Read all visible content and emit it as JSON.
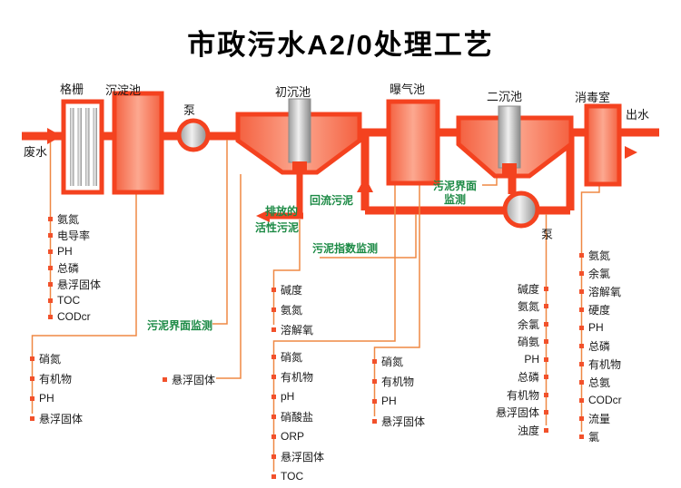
{
  "title": "市政污水A2/0处理工艺",
  "colors": {
    "pipe": "#f4421f",
    "tank_fill": "#fca890",
    "connector_line": "#ef8843",
    "bullet": "#f2512b",
    "annotation_green": "#1c8a45",
    "text": "#1a1a1a"
  },
  "flow": {
    "input": "废水",
    "output": "出水",
    "units": {
      "grille": "格栅",
      "sedimentation": "沉淀池",
      "pump1": "泵",
      "primary": "初沉池",
      "aeration": "曝气池",
      "secondary": "二沉池",
      "disinfection": "消毒室",
      "pump2": "泵"
    }
  },
  "annotations": {
    "return_sludge": "回流污泥",
    "discharge_line1": "排放的",
    "discharge_line2": "活性污泥",
    "sludge_index": "污泥指数监测",
    "sludge_interface_left": "污泥界面监测",
    "sludge_interface_right_line1": "污泥界面",
    "sludge_interface_right_line2": "监测"
  },
  "sensor_groups": [
    {
      "name": "inlet",
      "items": [
        "氨氮",
        "电导率",
        "PH",
        "总磷",
        "悬浮固体",
        "TOC",
        "CODcr"
      ]
    },
    {
      "name": "sedimentation",
      "items": [
        "硝氮",
        "有机物",
        "PH",
        "悬浮固体"
      ]
    },
    {
      "name": "primary-discharge",
      "items": [
        "碱度",
        "氨氮",
        "溶解氧"
      ]
    },
    {
      "name": "primary",
      "items": [
        "悬浮固体"
      ]
    },
    {
      "name": "aeration-left",
      "items": [
        "硝氮",
        "有机物",
        "pH",
        "硝酸盐",
        "ORP",
        "悬浮固体",
        "TOC"
      ]
    },
    {
      "name": "aeration-right",
      "items": [
        "硝氮",
        "有机物",
        "PH",
        "悬浮固体"
      ]
    },
    {
      "name": "secondary",
      "items": [
        "碱度",
        "氨氮",
        "余氯",
        "硝氨",
        "PH",
        "总磷",
        "有机物",
        "悬浮固体",
        "浊度"
      ]
    },
    {
      "name": "outlet",
      "items": [
        "氨氮",
        "余氯",
        "溶解氧",
        "硬度",
        "PH",
        "总磷",
        "有机物",
        "总氨",
        "CODcr",
        "流量",
        "氯"
      ]
    }
  ]
}
